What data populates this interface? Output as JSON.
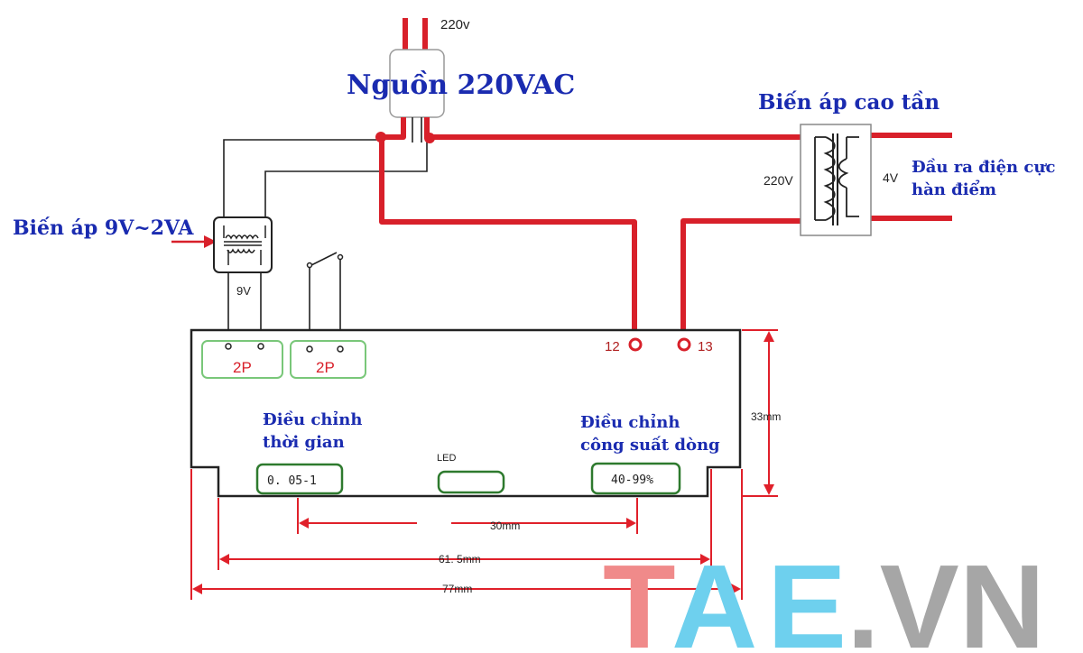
{
  "colors": {
    "wire_power": "#d8202a",
    "wire_signal": "#222222",
    "dimension": "#e0202a",
    "heading_text": "#1a2bb0",
    "connector": "#79c779",
    "control_box": "#2e7a2e",
    "logo_t": "#f08a8a",
    "logo_a": "#6ed0ee",
    "logo_e": "#6ed0ee",
    "logo_vn": "#a6a6a6"
  },
  "labels": {
    "supply_voltage": "220v",
    "power_source": "Nguồn 220VAC",
    "hf_transformer": "Biến áp cao tần",
    "hf_primary": "220V",
    "hf_secondary": "4V",
    "output_line1": "Đầu ra điện cực",
    "output_line2": "hàn điểm",
    "small_transformer": "Biến áp 9V~2VA",
    "small_secondary": "9V",
    "connector_left": "2P",
    "connector_right": "2P",
    "terminal_12": "12",
    "terminal_13": "13",
    "time_adjust_line1": "Điều chỉnh",
    "time_adjust_line2": "thời gian",
    "time_range": "0. 05-1",
    "led": "LED",
    "power_adjust_line1": "Điều chỉnh",
    "power_adjust_line2": "công suất dòng",
    "power_range": "40-99%"
  },
  "dimensions": {
    "height": "33mm",
    "knob_spacing": "30mm",
    "inner_width": "61. 5mm",
    "outer_width": "77mm"
  },
  "logo": {
    "t": "T",
    "a": "A",
    "e": "E",
    "rest": ".VN"
  }
}
